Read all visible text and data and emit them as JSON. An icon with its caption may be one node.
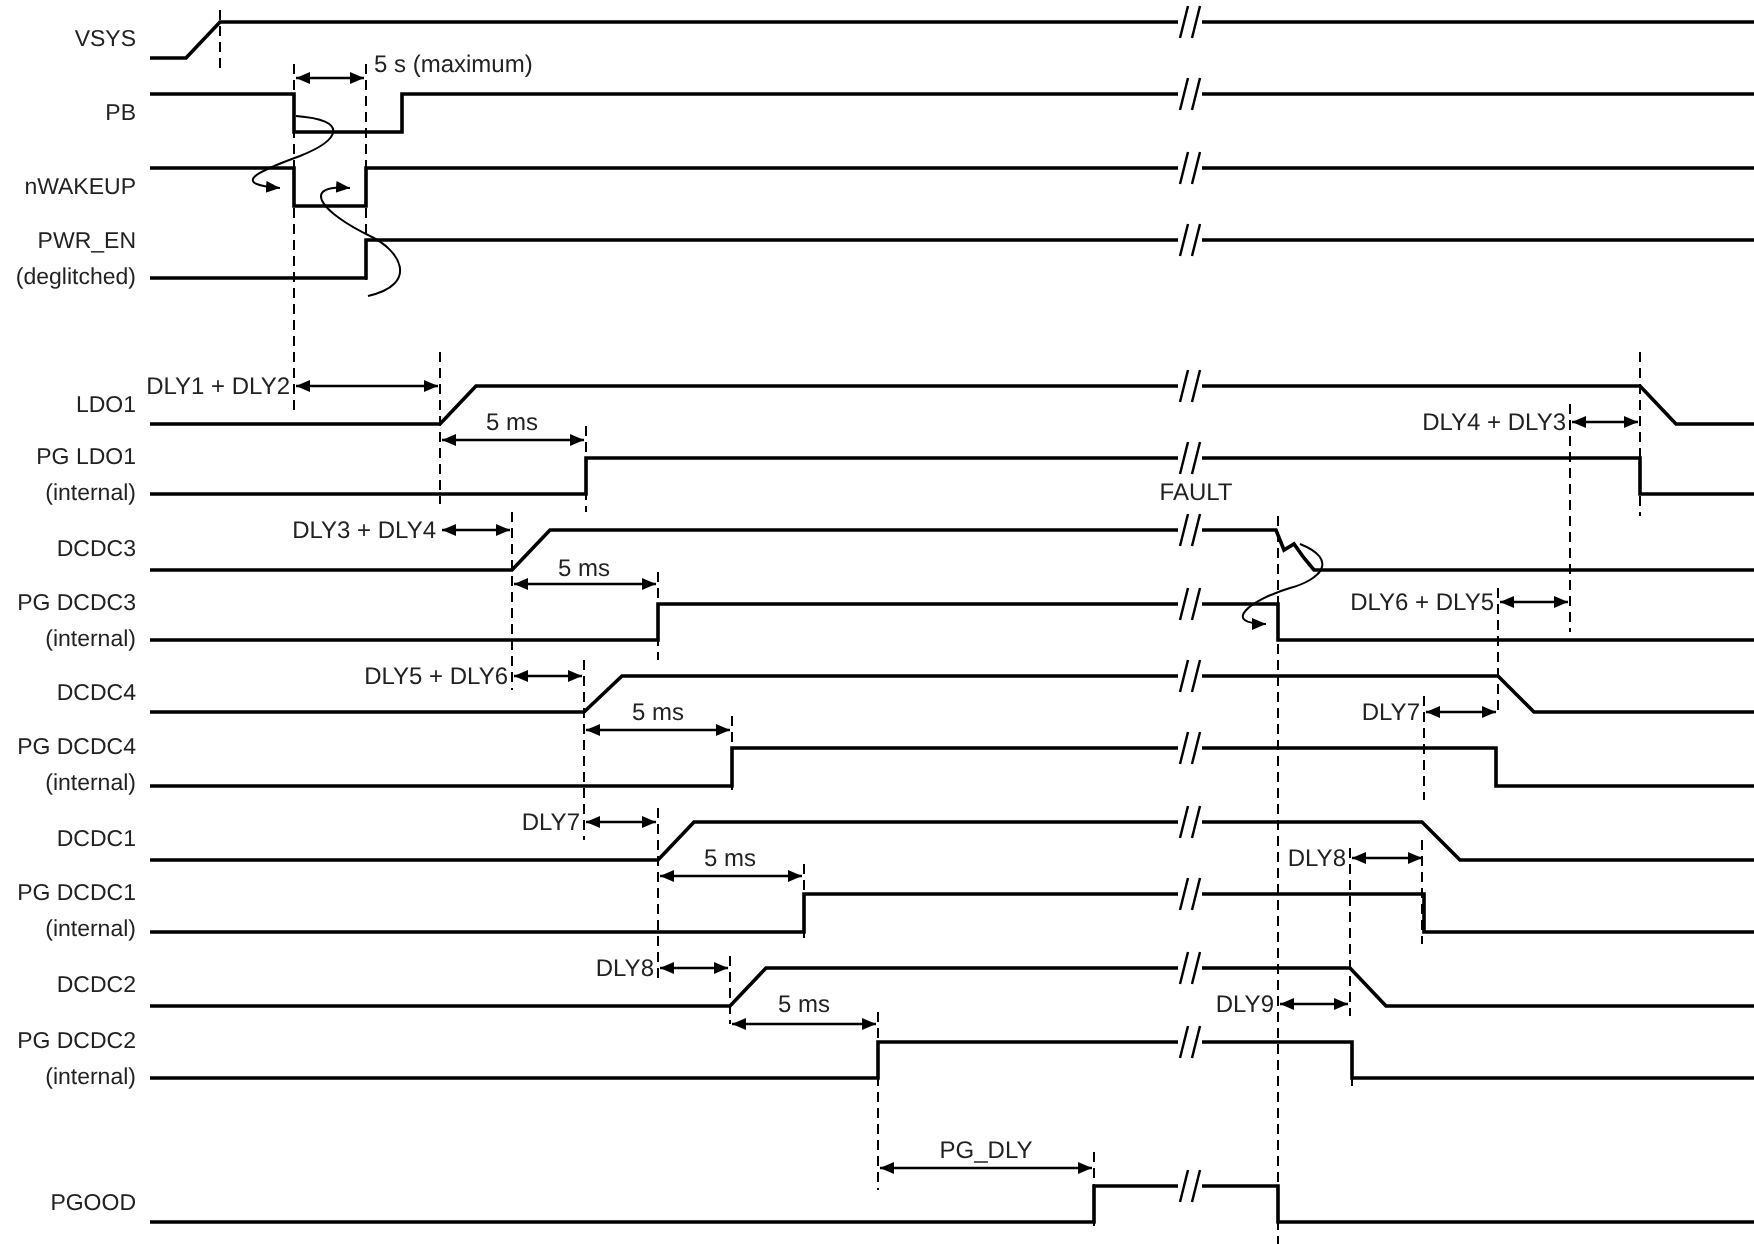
{
  "diagram": {
    "labels": [
      "VSYS",
      "5 s (maximum)",
      "PB",
      "nWAKEUP",
      "PWR_EN (deglitched)",
      "DLY1 + DLY2",
      "LDO1",
      "5 ms",
      "DLY4 + DLY3",
      "PG LDO1 (internal)",
      "FAULT",
      "DLY3 + DLY4",
      "DCDC3",
      "5 ms",
      "DLY6 + DLY5",
      "PG DCDC3 (internal)",
      "DLY5 + DLY6",
      "DCDC4",
      "5 ms",
      "DLY7",
      "PG DCDC4 (internal)",
      "DLY7",
      "DCDC1",
      "5 ms",
      "DLY8",
      "PG DCDC1 (internal)",
      "DLY8",
      "DCDC2",
      "5 ms",
      "DLY9",
      "PG DCDC2 (internal)",
      "PG_DLY",
      "PGOOD"
    ]
  }
}
